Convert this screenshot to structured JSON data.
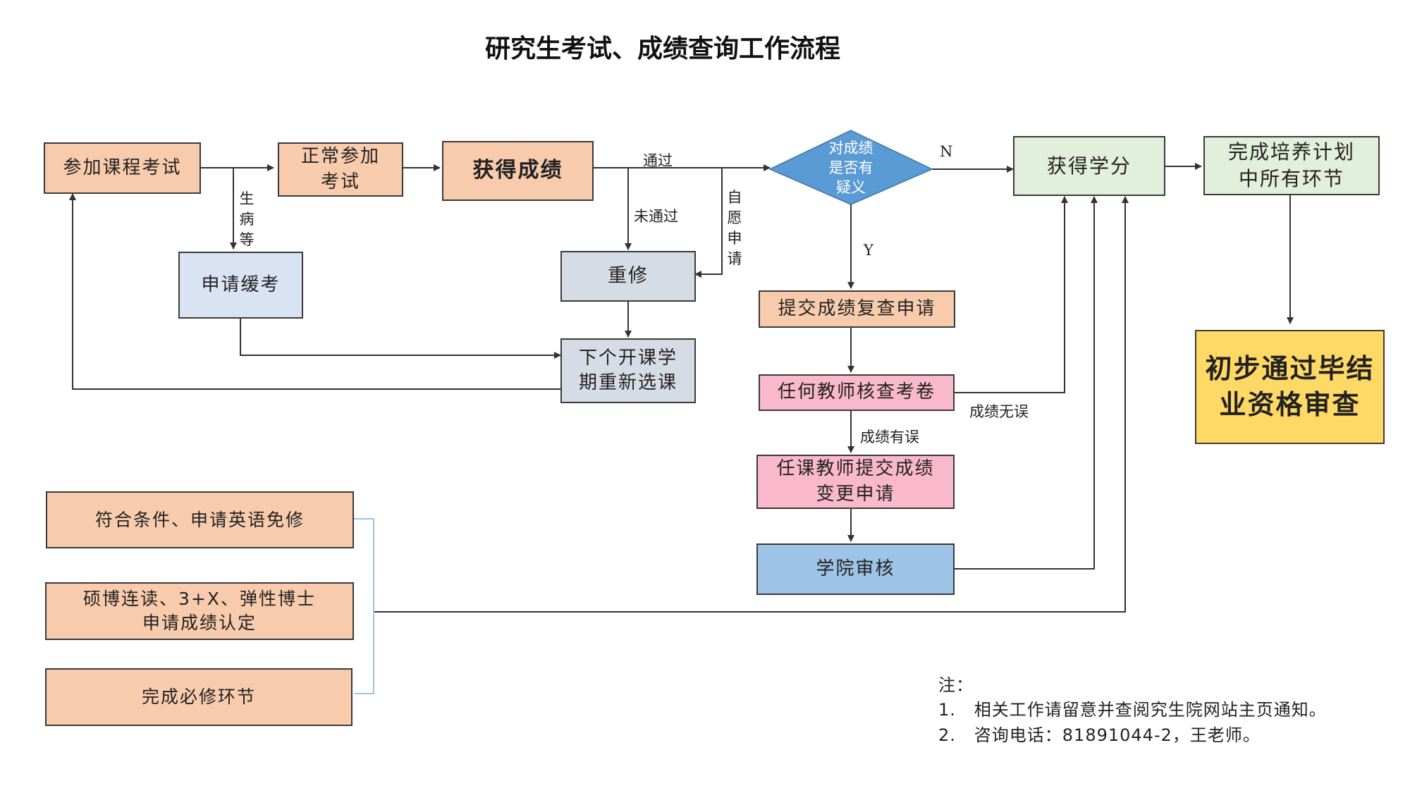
{
  "title": "研究生考试、成绩查询工作流程",
  "nodes": {
    "course_exam": "参加课程考试",
    "normal_exam_l1": "正常参加",
    "normal_exam_l2": "考试",
    "get_score": "获得成绩",
    "apply_defer": "申请缓考",
    "retake": "重修",
    "next_term_l1": "下个开课学",
    "next_term_l2": "期重新选课",
    "doubt_l1": "对成绩",
    "doubt_l2": "是否有",
    "doubt_l3": "疑义",
    "submit_review": "提交成绩复查申请",
    "teacher_check": "任何教师核查考卷",
    "teacher_submit_l1": "任课教师提交成绩",
    "teacher_submit_l2": "变更申请",
    "college_review": "学院审核",
    "get_credit": "获得学分",
    "complete_plan_l1": "完成培养计划",
    "complete_plan_l2": "中所有环节",
    "pass_review_l1": "初步通过毕结",
    "pass_review_l2": "业资格审查",
    "english_exempt": "符合条件、申请英语免修",
    "credit_recog_l1": "硕博连读、3+X、弹性博士",
    "credit_recog_l2": "申请成绩认定",
    "required_done": "完成必修环节"
  },
  "edge_labels": {
    "sick": [
      "生",
      "病",
      "等"
    ],
    "pass": "通过",
    "fail": "未通过",
    "voluntary": [
      "自",
      "愿",
      "申",
      "请"
    ],
    "no": "N",
    "yes": "Y",
    "score_correct": "成绩无误",
    "score_error": "成绩有误"
  },
  "notes": {
    "heading": "注：",
    "item1": "1.   相关工作请留意并查阅究生院网站主页通知。",
    "item2": "2.   咨询电话：81891044-2，王老师。"
  },
  "colors": {
    "peach": "#f8cbad",
    "grey": "#d6dce5",
    "light_blue": "#dae3f3",
    "green": "#e2efda",
    "pink": "#f9b8cc",
    "blue": "#9dc3e6",
    "yellow": "#ffd966",
    "diamond": "#5b9bd5",
    "line": "#333333",
    "bracket": "#9dc3e6"
  }
}
